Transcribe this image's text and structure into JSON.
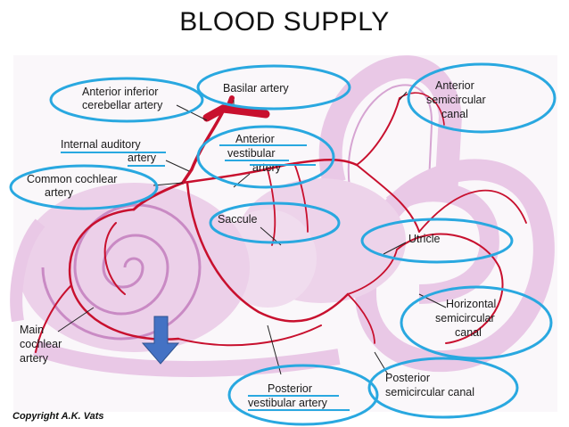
{
  "slide": {
    "title": "BLOOD SUPPLY"
  },
  "labels": {
    "aica": [
      "Anterior inferior",
      "cerebellar artery"
    ],
    "basilar": [
      "Basilar artery"
    ],
    "internal_auditory": [
      "Internal auditory",
      "artery"
    ],
    "common_cochlear": [
      "Common cochlear",
      "artery"
    ],
    "anterior_vestibular": [
      "Anterior",
      "vestibular",
      "artery"
    ],
    "saccule": [
      "Saccule"
    ],
    "anterior_semicircular": [
      "Anterior",
      "semicircular",
      "canal"
    ],
    "utricle": [
      "Utricle"
    ],
    "horizontal_semicircular": [
      "Horizontal",
      "semicircular",
      "canal"
    ],
    "main_cochlear": [
      "Main",
      "cochlear",
      "artery"
    ],
    "posterior_vestibular": [
      "Posterior",
      "vestibular artery"
    ],
    "posterior_semicircular": [
      "Posterior",
      "semicircular canal"
    ]
  },
  "copyright": "Copyright A.K. Vats",
  "colors": {
    "highlight_ring": "#29a8e0",
    "artery": "#c8102e",
    "tissue": "#e9c8e6",
    "tissue_dark": "#c98ac4",
    "arrow": "#4472c4"
  }
}
